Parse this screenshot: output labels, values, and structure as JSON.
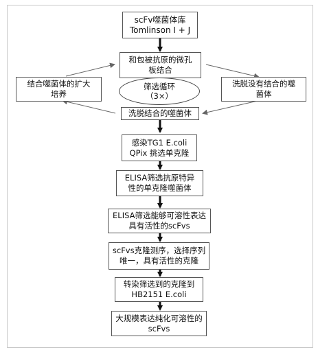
{
  "flow": {
    "library": {
      "line1": "scFv噬菌体库",
      "line2": "Tomlinson I + J"
    },
    "coat": {
      "line1": "和包被抗原的微孔",
      "line2": "板结合"
    },
    "cycle": {
      "line1": "筛选循环",
      "line2": "（3×）"
    },
    "amplify": {
      "line1": "结合噬菌体的扩大",
      "line2": "培养"
    },
    "wash": {
      "line1": "洗脱没有结合的噬",
      "line2": "菌体"
    },
    "elute": {
      "line1": "洗脱结合的噬菌体"
    },
    "infect": {
      "line1": "感染TG1 E.coli",
      "line2": "QPix 挑选单克隆"
    },
    "elisa1": {
      "line1": "ELISA筛选抗原特异",
      "line2": "性的单克隆噬菌体"
    },
    "elisa2": {
      "line1": "ELISA筛选能够可溶性表达",
      "line2": "具有活性的scFvs"
    },
    "sequence": {
      "line1": "scFvs克隆测序，选择序列",
      "line2": "唯一，具有活性的克隆"
    },
    "transform": {
      "line1": "转染筛选到的克隆到",
      "line2": "HB2151 E.coli"
    },
    "express": {
      "line1": "大规模表达纯化可溶性的",
      "line2": "scFvs"
    }
  }
}
